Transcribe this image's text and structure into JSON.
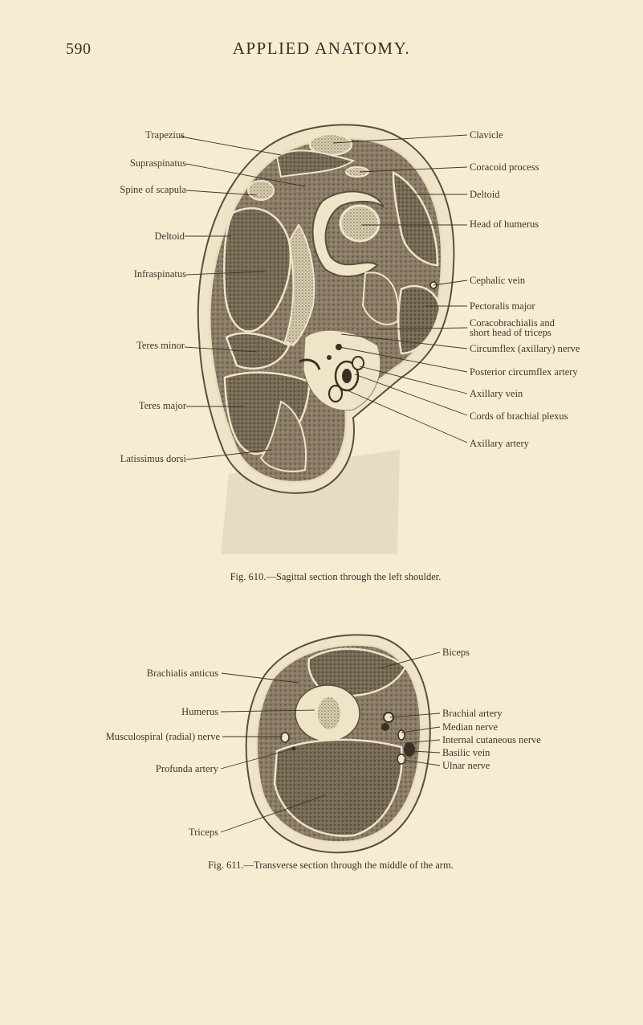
{
  "header": {
    "page_number": "590",
    "running_title": "APPLIED ANATOMY."
  },
  "figure_610": {
    "caption": "Fig. 610.—Sagittal section through the left shoulder.",
    "labels_left": {
      "trapezius": "Trapezius",
      "supraspinatus": "Supraspinatus",
      "spine_of_scapula": "Spine of scapula",
      "deltoid": "Deltoid",
      "infraspinatus": "Infraspinatus",
      "teres_minor": "Teres minor",
      "teres_major": "Teres major",
      "latissimus_dorsi": "Latissimus dorsi"
    },
    "labels_right": {
      "clavicle": "Clavicle",
      "coracoid_process": "Coracoid process",
      "deltoid": "Deltoid",
      "head_of_humerus": "Head of humerus",
      "cephalic_vein": "Cephalic vein",
      "pectoralis_major": "Pectoralis major",
      "coracobrachialis_line1": "Coracobrachialis and",
      "coracobrachialis_line2": "short head of triceps",
      "circumflex_nerve": "Circumflex (axillary) nerve",
      "posterior_circumflex_artery": "Posterior circumflex artery",
      "axillary_vein": "Axillary vein",
      "cords_of_brachial_plexus": "Cords of brachial plexus",
      "axillary_artery": "Axillary artery"
    }
  },
  "figure_611": {
    "caption": "Fig. 611.—Transverse section through the middle of the arm.",
    "labels_left": {
      "brachialis_anticus": "Brachialis anticus",
      "humerus": "Humerus",
      "musculospiral_nerve": "Musculospiral (radial) nerve",
      "profunda_artery": "Profunda artery",
      "triceps": "Triceps"
    },
    "labels_right": {
      "biceps": "Biceps",
      "brachial_artery": "Brachial artery",
      "median_nerve": "Median nerve",
      "internal_cutaneous_nerve": "Internal cutaneous nerve",
      "basilic_vein": "Basilic vein",
      "ulnar_nerve": "Ulnar nerve"
    }
  }
}
